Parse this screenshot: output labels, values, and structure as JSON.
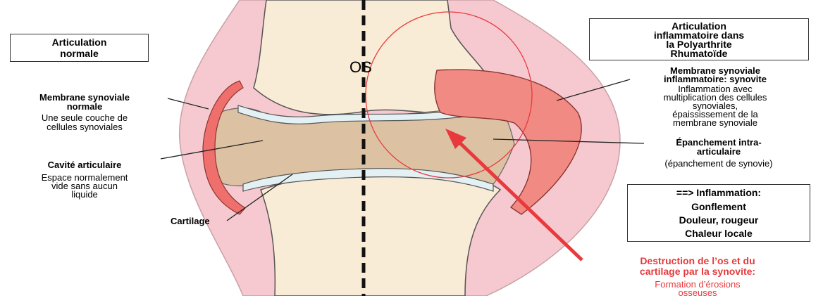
{
  "colors": {
    "soft_tissue": "#f6c9d0",
    "bone": "#f8ecd6",
    "cavity": "#dcc1a3",
    "cartilage": "#e4f1f4",
    "synovium_normal": "#ef6f6c",
    "synovitis": "#f08a82",
    "arrow_red": "#e8393c"
  },
  "center_label": "OS",
  "left_box": {
    "line1": "Articulation",
    "line2": "normale"
  },
  "right_box": {
    "line1": "Articulation",
    "line2": "inflammatoire dans",
    "line3": "la Polyarthrite",
    "line4": "Rhumatoïde"
  },
  "membrane_normale": {
    "title1": "Membrane synoviale",
    "title2": "normale",
    "desc1": "Une seule couche de",
    "desc2": "cellules synoviales"
  },
  "cavite": {
    "title": "Cavité articulaire",
    "desc1": "Espace normalement",
    "desc2": "vide sans aucun",
    "desc3": "liquide"
  },
  "cartilage_label": "Cartilage",
  "synovite": {
    "title1": "Membrane synoviale",
    "title2": "inflammatoire: synovite",
    "desc1": "Inflammation avec",
    "desc2": "multiplication des cellules",
    "desc3": "synoviales,",
    "desc4": "épaississement de la",
    "desc5": "membrane synoviale"
  },
  "epanchement": {
    "title1": "Épanchement intra-",
    "title2": "articulaire",
    "desc": "(épanchement de synovie)"
  },
  "inflammation_box": {
    "line1": "==> Inflammation:",
    "line2": "Gonflement",
    "line3": "Douleur, rougeur",
    "line4": "Chaleur locale"
  },
  "destruction": {
    "title1": "Destruction de l’os et du",
    "title2": "cartilage par la synovite:",
    "desc1": "Formation d’érosions",
    "desc2": "osseuses"
  }
}
